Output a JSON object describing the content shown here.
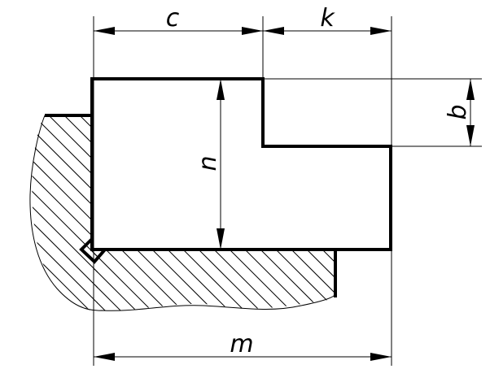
{
  "diagram": {
    "labels": {
      "c": "c",
      "k": "k",
      "b": "b",
      "n": "n",
      "m": "m"
    }
  }
}
